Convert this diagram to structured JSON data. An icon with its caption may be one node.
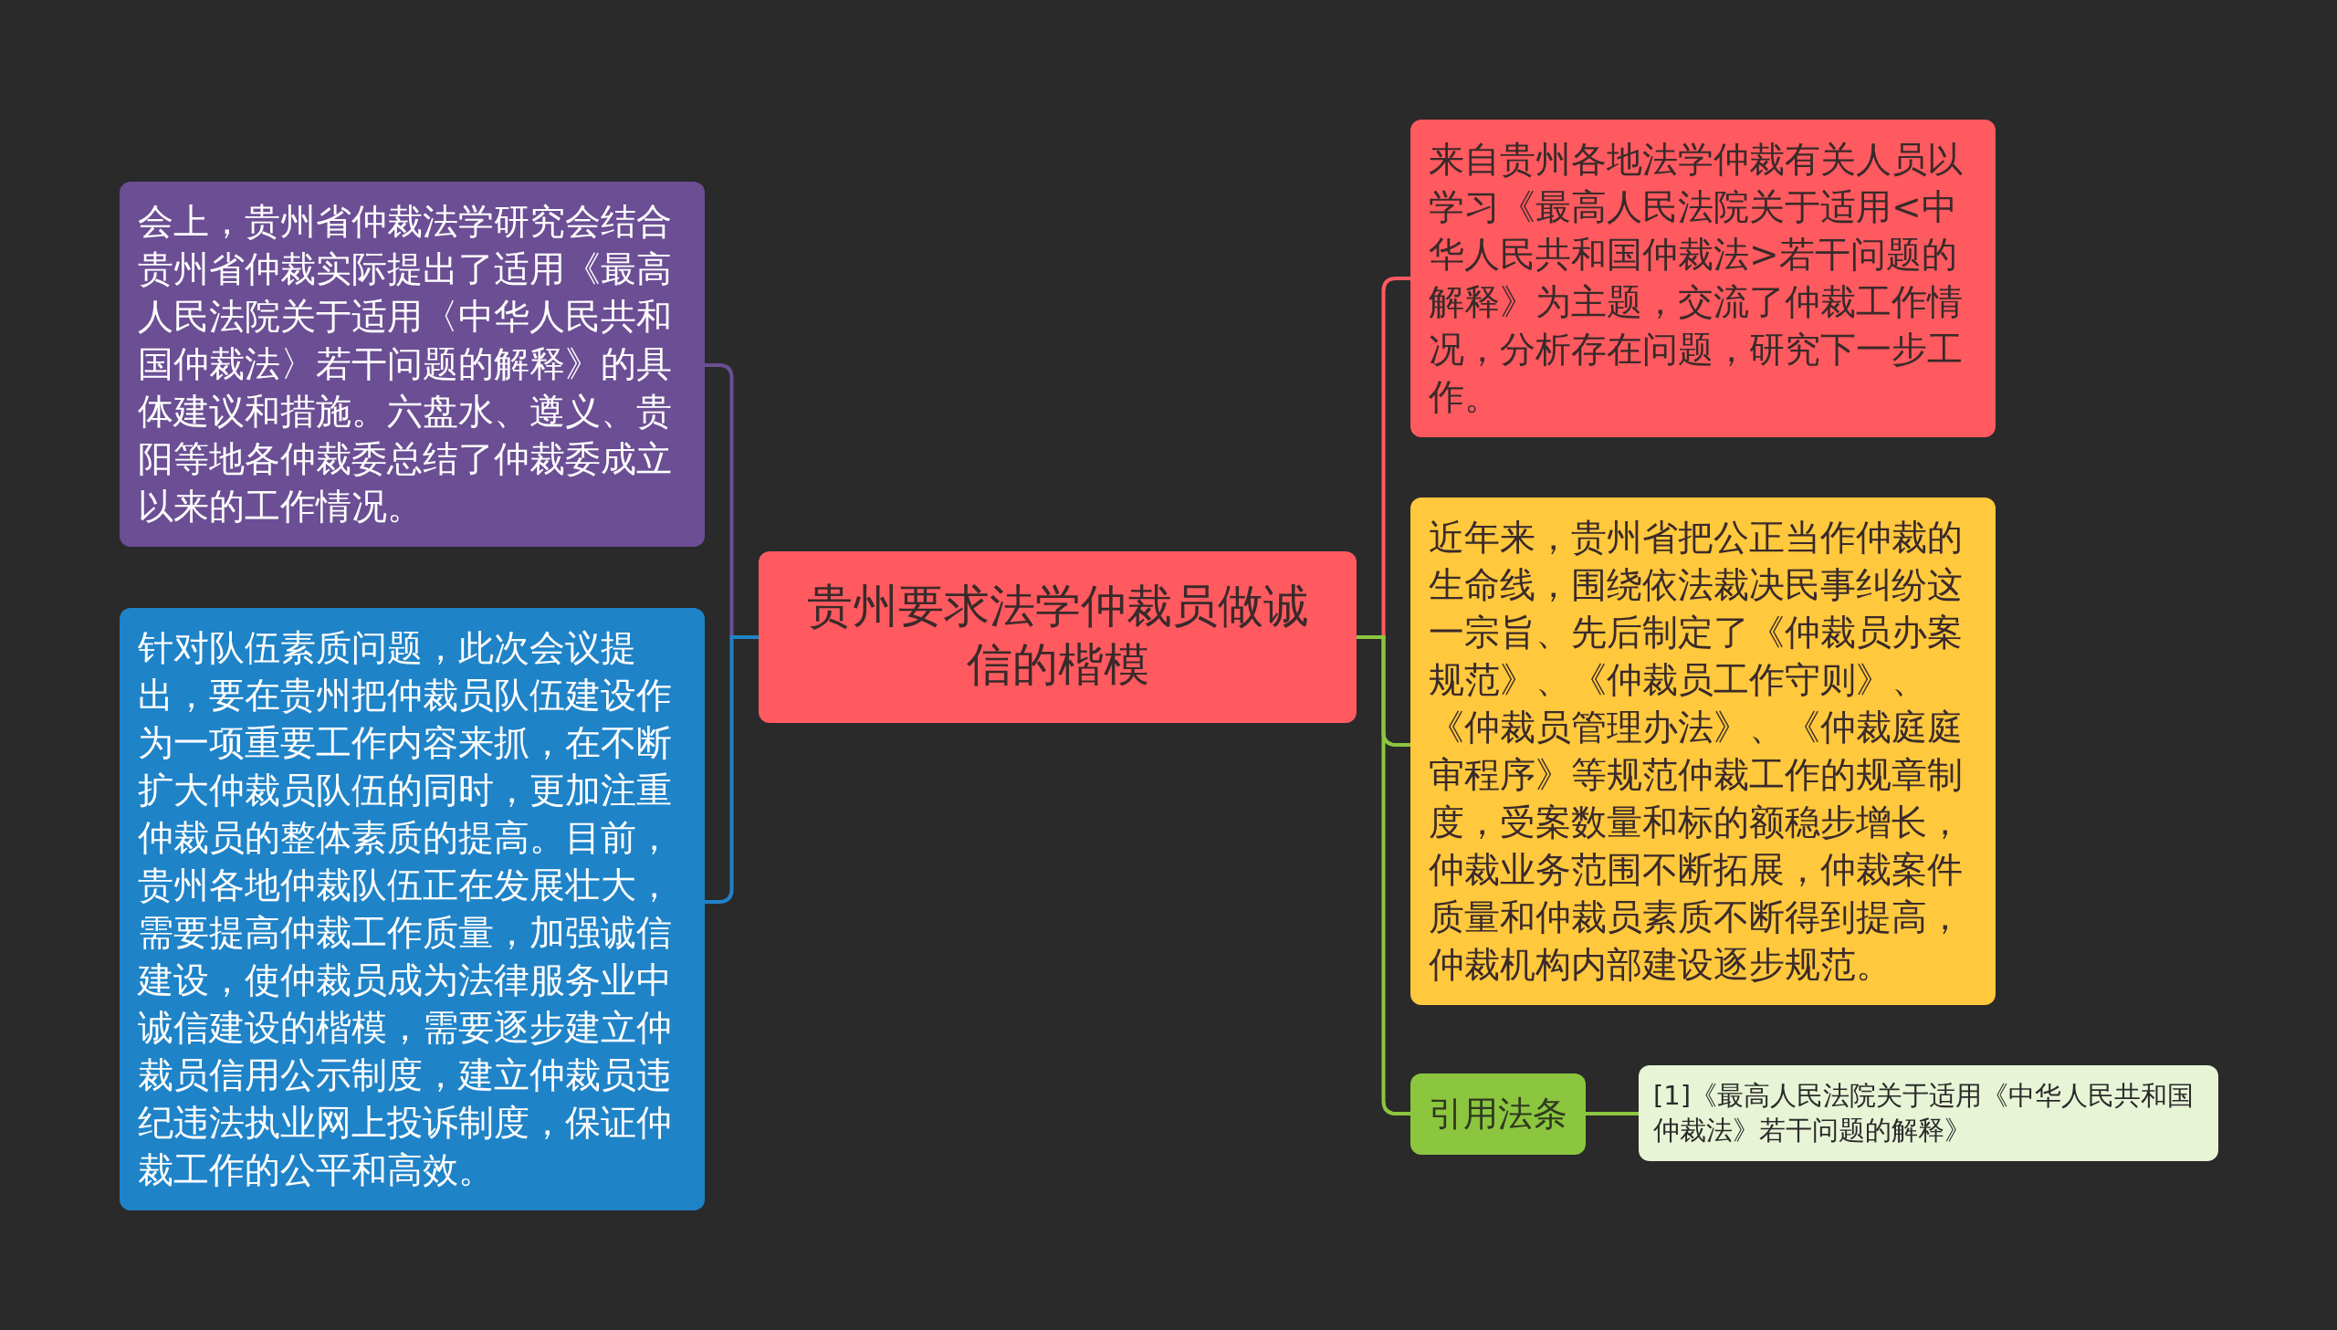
{
  "diagram": {
    "nodes": [
      {
        "text": [
          "贵州要求法学仲裁员做诚信的楷模"
        ]
      },
      {
        "text": [
          "会上，贵州省仲裁法学研究会结合贵州省仲裁实际提出了适用《最高人民法院关于适用〈中华人民共和国仲裁法〉若干问题的解释》的具体建议和措施。六盘水、遵义、贵阳等地各仲裁委总结了仲裁委成立以来的工作情况。"
        ]
      },
      {
        "text": [
          "针对队伍素质问题，此次会议提出，要在贵州把仲裁员队伍建设作为一项重要工作内容来抓，在不断扩大仲裁员队伍的同时，更加注重仲裁员的整体素质的提高。目前，贵州各地仲裁队伍正在发展壮大，需要提高仲裁工作质量，加强诚信建设，使仲裁员成为法律服务业中诚信建设的楷模，需要逐步建立仲裁员信用公示制度，建立仲裁员违纪违法执业网上投诉制度，保证仲裁工作的公平和高效。"
        ]
      },
      {
        "text": [
          "来自贵州各地法学仲裁有关人员以学习《最高人民法院关于适用<中华人民共和国仲裁法>若干问题的解释》为主题，交流了仲裁工作情况，分析存在问题，研究下一步工作。"
        ]
      },
      {
        "text": [
          "近年来，贵州省把公正当作仲裁的生命线，围绕依法裁决民事纠纷这一宗旨、先后制定了《仲裁员办案规范》、《仲裁员工作守则》、《仲裁员管理办法》、《仲裁庭庭审程序》等规范仲裁工作的规章制度，受案数量和标的额稳步增长，仲裁业务范围不断拓展，仲裁案件质量和仲裁员素质不断得到提高，仲裁机构内部建设逐步规范。"
        ]
      },
      {
        "text": [
          "引用法条"
        ]
      },
      {
        "text": [
          "[1]《最高人民法院关于适用《中华人民共和国仲裁法》若干问题的解释》"
        ]
      }
    ],
    "edges": [
      {
        "from": 0,
        "to": 1,
        "arrow": "none",
        "color": "#6b4e94"
      },
      {
        "from": 0,
        "to": 2,
        "arrow": "none",
        "color": "#1f83c8"
      },
      {
        "from": 0,
        "to": 3,
        "arrow": "none",
        "color": "#ff5a5f"
      },
      {
        "from": 0,
        "to": 4,
        "arrow": "none"
      },
      {
        "from": 0,
        "to": 5,
        "arrow": "none"
      },
      {
        "from": 5,
        "to": 6,
        "arrow": "none"
      }
    ]
  }
}
